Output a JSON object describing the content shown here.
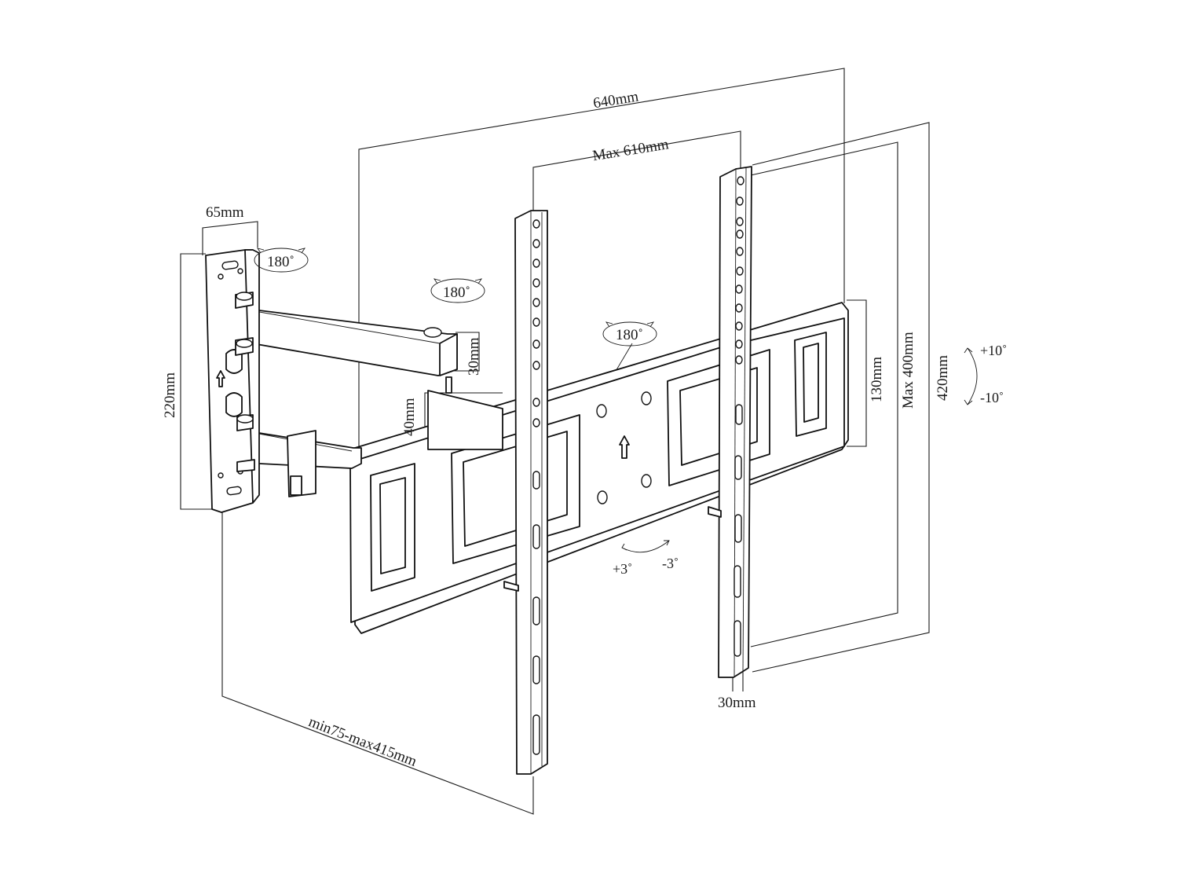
{
  "labels": {
    "width_overall": "640mm",
    "vesa_max_horizontal": "Max 610mm",
    "wall_plate_width": "65mm",
    "wall_plate_height": "220mm",
    "swivel_wall": "180˚",
    "swivel_mid": "180˚",
    "swivel_head": "180˚",
    "arm_thickness": "30mm",
    "arm_offset": "40mm",
    "head_height": "130mm",
    "vesa_max_vertical": "Max 400mm",
    "height_overall": "420mm",
    "tilt_up": "+10˚",
    "tilt_down": "-10˚",
    "level_plus": "+3˚",
    "level_minus": "-3˚",
    "rail_thickness": "30mm",
    "extension_range": "min75-max415mm"
  },
  "icons": {
    "arrow_up_wall": "up-arrow-icon",
    "arrow_up_head": "up-arrow-icon"
  }
}
